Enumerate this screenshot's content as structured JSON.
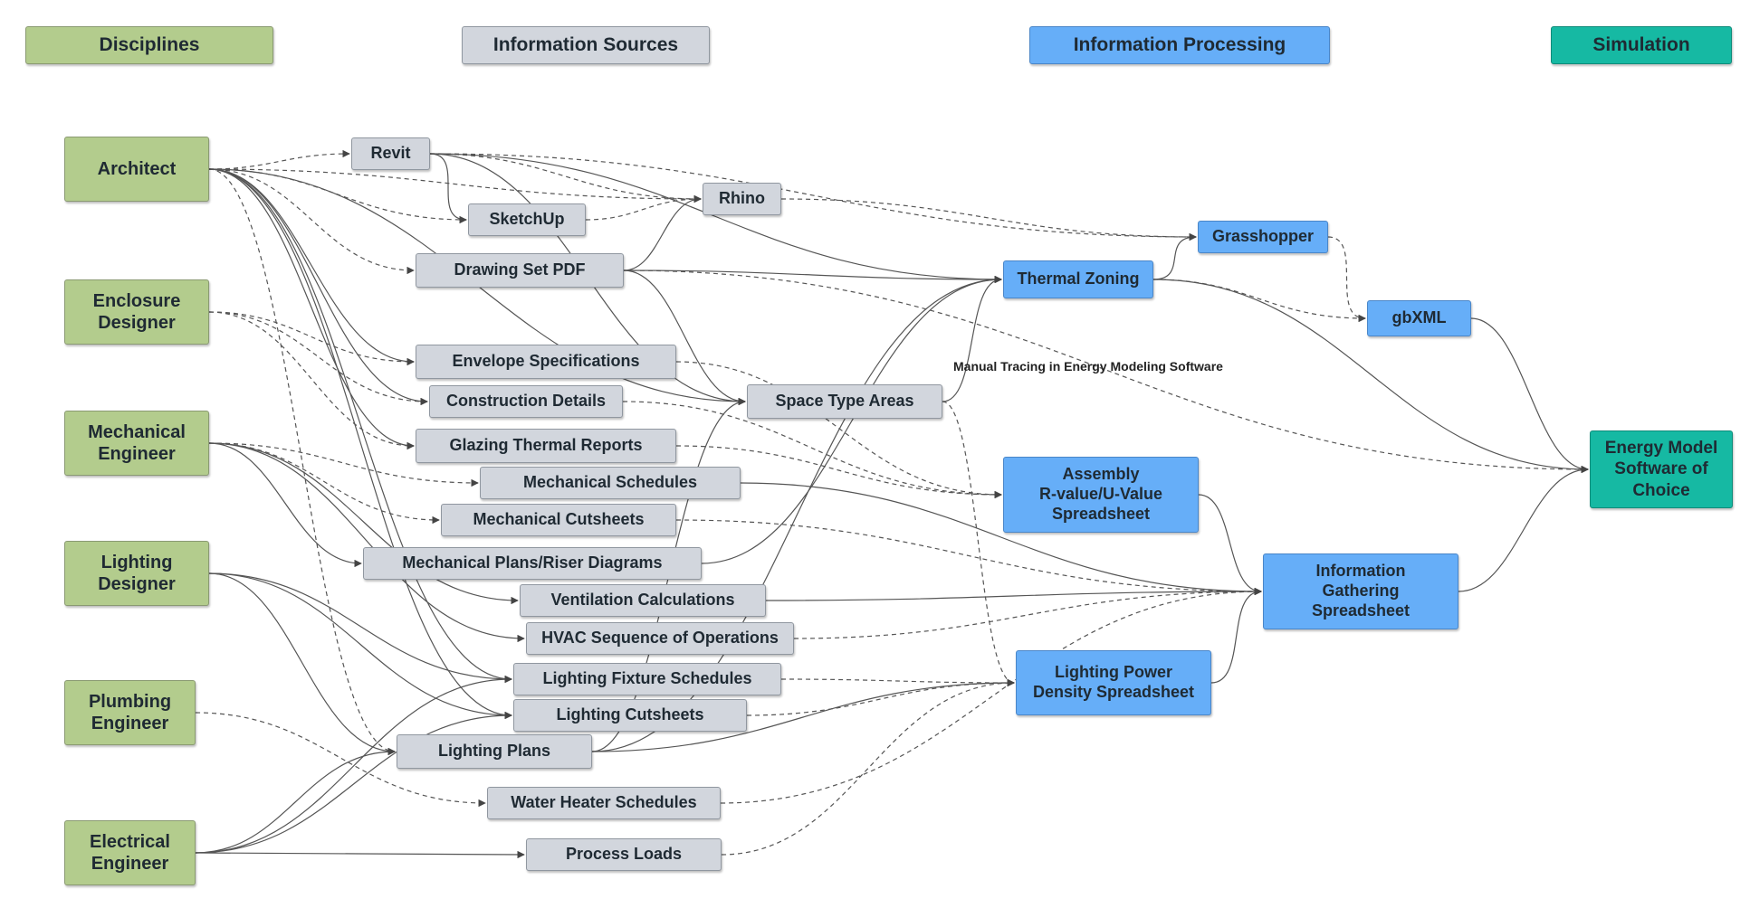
{
  "headers": {
    "disciplines": "Disciplines",
    "sources": "Information Sources",
    "processing": "Information Processing",
    "simulation": "Simulation"
  },
  "disciplines": {
    "architect": "Architect",
    "enclosure": "Enclosure\nDesigner",
    "mechanical": "Mechanical\nEngineer",
    "lighting": "Lighting\nDesigner",
    "plumbing": "Plumbing\nEngineer",
    "electrical": "Electrical\nEngineer"
  },
  "sources": {
    "revit": "Revit",
    "sketchup": "SketchUp",
    "rhino": "Rhino",
    "drawing_set": "Drawing Set PDF",
    "envelope_specs": "Envelope Specifications",
    "construction_details": "Construction Details",
    "glazing_reports": "Glazing Thermal Reports",
    "mech_schedules": "Mechanical Schedules",
    "mech_cutsheets": "Mechanical Cutsheets",
    "mech_plans": "Mechanical Plans/Riser Diagrams",
    "vent_calcs": "Ventilation Calculations",
    "hvac_seq": "HVAC Sequence of Operations",
    "lighting_fixture": "Lighting Fixture Schedules",
    "lighting_cutsheets": "Lighting Cutsheets",
    "lighting_plans": "Lighting Plans",
    "water_heater": "Water Heater Schedules",
    "process_loads": "Process Loads",
    "space_type": "Space Type Areas"
  },
  "processing": {
    "grasshopper": "Grasshopper",
    "thermal_zoning": "Thermal Zoning",
    "gbxml": "gbXML",
    "assembly": "Assembly\nR-value/U-Value\nSpreadsheet",
    "info_gathering": "Information\nGathering\nSpreadsheet",
    "lpd": "Lighting Power\nDensity Spreadsheet"
  },
  "simulation": {
    "energy_model": "Energy Model\nSoftware of\nChoice"
  },
  "annotation": "Manual Tracing in Energy Modeling Software",
  "colors": {
    "discipline": "#b3cc8d",
    "source": "#d2d6dd",
    "processing": "#66aef8",
    "simulation": "#16b9a3",
    "edge": "#555555"
  }
}
